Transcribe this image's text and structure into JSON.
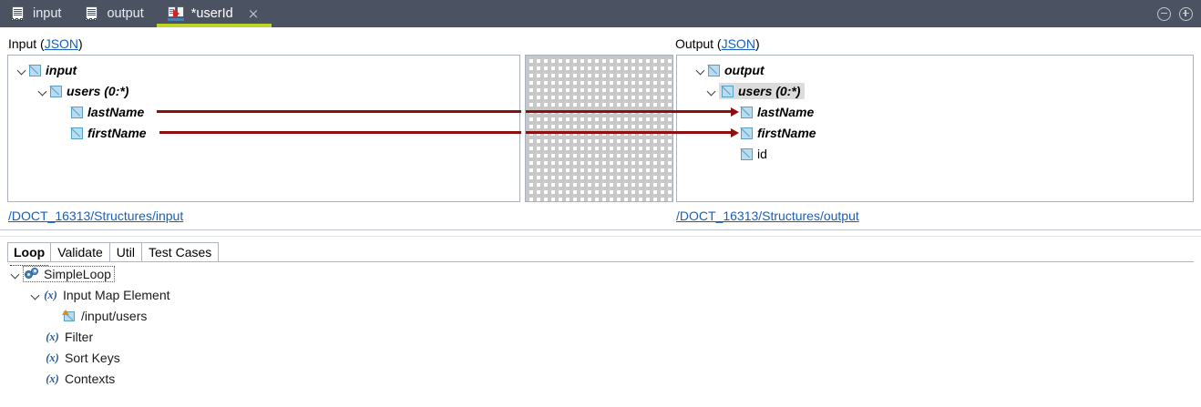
{
  "window": {
    "tabs": [
      {
        "label": "input",
        "icon": "document-icon",
        "active": false,
        "modified": false,
        "closable": false
      },
      {
        "label": "output",
        "icon": "document-icon",
        "active": false,
        "modified": false,
        "closable": false
      },
      {
        "label": "*userId",
        "icon": "map-icon",
        "active": true,
        "modified": true,
        "closable": true
      }
    ],
    "active_tab_accent": "#bcd42a",
    "titlebar_bg": "#4b5362",
    "controls": {
      "minimize_label": "−",
      "maximize_label": "+"
    },
    "close_label": "×"
  },
  "mapping": {
    "input_panel": {
      "title_prefix": "Input (",
      "title_link": "JSON",
      "title_suffix": ")",
      "footer_link": "/DOCT_16313/Structures/input",
      "tree": [
        {
          "label": "input",
          "indent": 0,
          "expander": "chevron-down",
          "icon": "element-icon",
          "style": "bold-italic",
          "selected": false,
          "connected": false
        },
        {
          "label": "users (0:*)",
          "indent": 1,
          "expander": "chevron-down",
          "icon": "element-icon",
          "style": "bold-italic",
          "selected": false,
          "connected": false
        },
        {
          "label": "lastName",
          "indent": 2,
          "expander": "none",
          "icon": "element-icon",
          "style": "bold-italic",
          "selected": false,
          "connected": true
        },
        {
          "label": "firstName",
          "indent": 2,
          "expander": "none",
          "icon": "element-icon",
          "style": "bold-italic",
          "selected": false,
          "connected": true
        }
      ]
    },
    "output_panel": {
      "title_prefix": "Output (",
      "title_link": "JSON",
      "title_suffix": ")",
      "footer_link": "/DOCT_16313/Structures/output",
      "tree": [
        {
          "label": "output",
          "indent": 0,
          "expander": "chevron-down",
          "icon": "element-icon",
          "style": "bold-italic",
          "selected": false,
          "connected": false
        },
        {
          "label": "users (0:*)",
          "indent": 1,
          "expander": "chevron-down",
          "icon": "element-icon",
          "style": "bold-italic",
          "selected": true,
          "connected": false
        },
        {
          "label": "lastName",
          "indent": 2,
          "expander": "none",
          "icon": "element-icon",
          "style": "bold-italic",
          "selected": false,
          "connected": true
        },
        {
          "label": "firstName",
          "indent": 2,
          "expander": "none",
          "icon": "element-icon",
          "style": "bold-italic",
          "selected": false,
          "connected": true
        },
        {
          "label": "id",
          "indent": 2,
          "expander": "none",
          "icon": "element-icon",
          "style": "plain",
          "selected": false,
          "connected": false
        }
      ]
    },
    "connector_color": "#8c1010",
    "connections": [
      {
        "from": "input.users.lastName",
        "to": "output.users.lastName"
      },
      {
        "from": "input.users.firstName",
        "to": "output.users.firstName"
      }
    ],
    "grid": {
      "visible": true,
      "line_style": "dashed",
      "line_color": "#c8c8c8"
    }
  },
  "bottom": {
    "tabs": [
      {
        "label": "Loop",
        "active": true
      },
      {
        "label": "Validate",
        "active": false
      },
      {
        "label": "Util",
        "active": false
      },
      {
        "label": "Test Cases",
        "active": false
      }
    ],
    "tree": [
      {
        "label": "SimpleLoop",
        "indent": 0,
        "expander": "chevron-down",
        "icon": "gears-icon",
        "focused": true
      },
      {
        "label": "Input Map Element",
        "indent": 1,
        "expander": "chevron-down",
        "icon": "function-icon",
        "focused": false
      },
      {
        "label": "/input/users",
        "indent": 2,
        "expander": "none",
        "icon": "path-icon",
        "focused": false
      },
      {
        "label": "Filter",
        "indent": 1,
        "expander": "none",
        "icon": "function-icon",
        "focused": false
      },
      {
        "label": "Sort Keys",
        "indent": 1,
        "expander": "none",
        "icon": "function-icon",
        "focused": false
      },
      {
        "label": "Contexts",
        "indent": 1,
        "expander": "none",
        "icon": "function-icon",
        "focused": false
      }
    ],
    "function_icon_glyph": "(x)"
  }
}
